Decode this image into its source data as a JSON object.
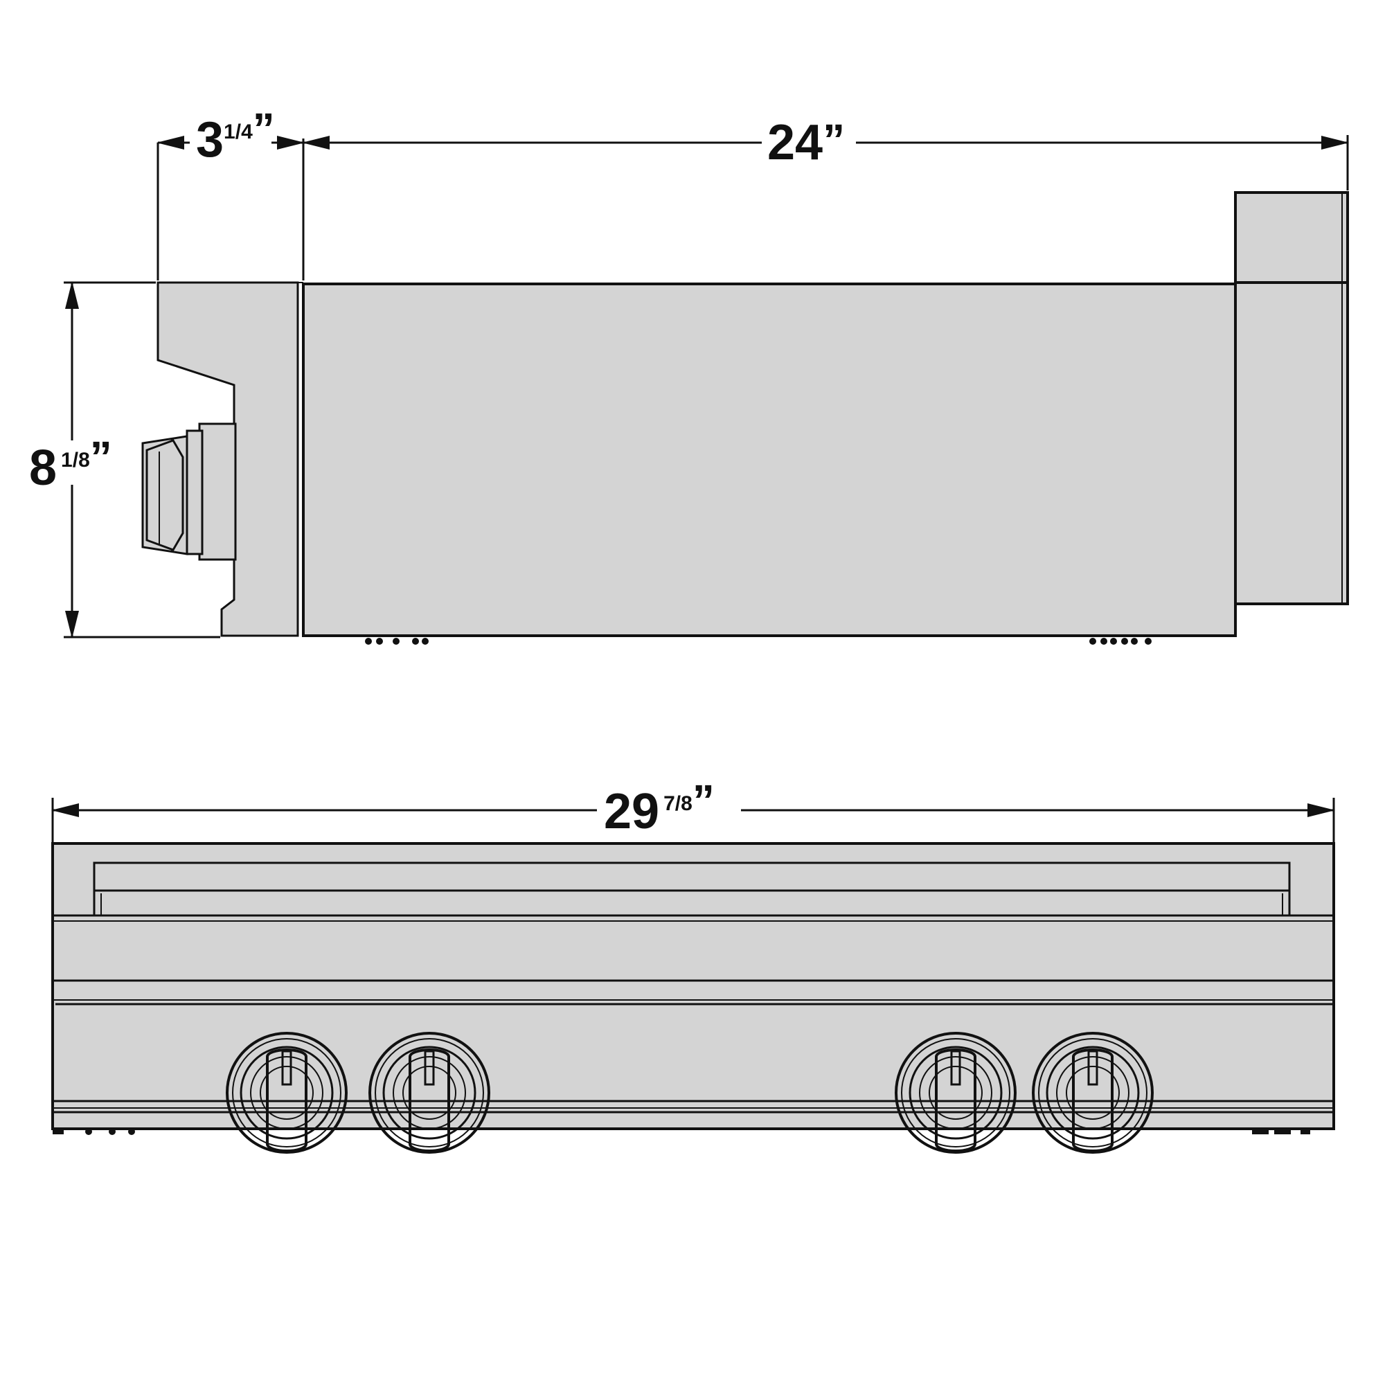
{
  "colors": {
    "line": "#111111",
    "body_fill": "#d4d4d4",
    "background": "#ffffff"
  },
  "side_view": {
    "depth_label": {
      "whole": "24",
      "fraction": "",
      "mark": "”"
    },
    "knob_projection_label": {
      "whole": "3",
      "fraction": "1/4",
      "mark": "”"
    },
    "height_label": {
      "whole": "8",
      "fraction": "1/8",
      "mark": "”"
    }
  },
  "front_view": {
    "width_label": {
      "whole": "29",
      "fraction": "7/8",
      "mark": "”"
    },
    "knob_count": 4
  }
}
